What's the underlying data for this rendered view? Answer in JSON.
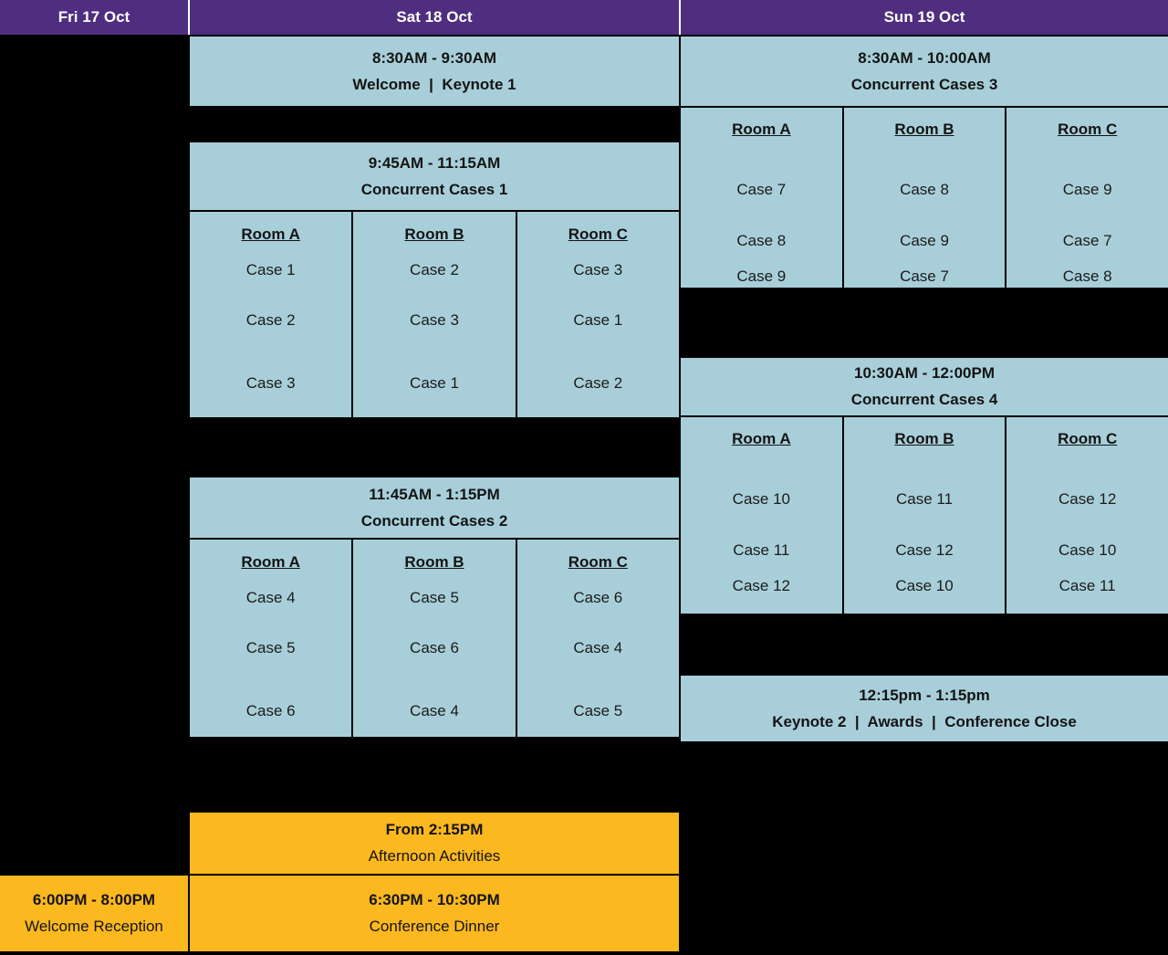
{
  "colors": {
    "purple": "#4F2D7F",
    "teal": "#A8CFD9",
    "orange": "#FBB81F",
    "background": "#000000",
    "divider": "#FFFFFF",
    "text_dark": "#141414"
  },
  "days": {
    "friday": {
      "label": "Fri 17 Oct",
      "events": {
        "reception": {
          "time": "6:00PM - 8:00PM",
          "title": "Welcome Reception"
        }
      }
    },
    "saturday": {
      "label": "Sat 18 Oct",
      "events": {
        "welcome": {
          "time": "8:30AM - 9:30AM",
          "title": "Welcome  |  Keynote 1"
        },
        "cc1": {
          "time": "9:45AM - 11:15AM",
          "title": "Concurrent Cases 1",
          "rooms": [
            {
              "name": "Room A",
              "cases": [
                "Case 1",
                "Case 2",
                "Case 3"
              ]
            },
            {
              "name": "Room B",
              "cases": [
                "Case 2",
                "Case 3",
                "Case 1"
              ]
            },
            {
              "name": "Room C",
              "cases": [
                "Case 3",
                "Case 1",
                "Case 2"
              ]
            }
          ]
        },
        "cc2": {
          "time": "11:45AM - 1:15PM",
          "title": "Concurrent Cases 2",
          "rooms": [
            {
              "name": "Room A",
              "cases": [
                "Case 4",
                "Case 5",
                "Case 6"
              ]
            },
            {
              "name": "Room B",
              "cases": [
                "Case 5",
                "Case 6",
                "Case 4"
              ]
            },
            {
              "name": "Room C",
              "cases": [
                "Case 6",
                "Case 4",
                "Case 5"
              ]
            }
          ]
        },
        "afternoon": {
          "time": "From 2:15PM",
          "title": "Afternoon Activities"
        },
        "dinner": {
          "time": "6:30PM - 10:30PM",
          "title": "Conference Dinner"
        }
      }
    },
    "sunday": {
      "label": "Sun 19 Oct",
      "events": {
        "cc3": {
          "time": "8:30AM - 10:00AM",
          "title": "Concurrent Cases 3",
          "rooms": [
            {
              "name": "Room A",
              "cases": [
                "Case 7",
                "Case 8",
                "Case 9"
              ]
            },
            {
              "name": "Room B",
              "cases": [
                "Case 8",
                "Case 9",
                "Case 7"
              ]
            },
            {
              "name": "Room C",
              "cases": [
                "Case 9",
                "Case 7",
                "Case 8"
              ]
            }
          ]
        },
        "cc4": {
          "time": "10:30AM - 12:00PM",
          "title": "Concurrent Cases 4",
          "rooms": [
            {
              "name": "Room A",
              "cases": [
                "Case 10",
                "Case 11",
                "Case 12"
              ]
            },
            {
              "name": "Room B",
              "cases": [
                "Case 11",
                "Case 12",
                "Case 10"
              ]
            },
            {
              "name": "Room C",
              "cases": [
                "Case 12",
                "Case 10",
                "Case 11"
              ]
            }
          ]
        },
        "close": {
          "time": "12:15pm - 1:15pm",
          "title": "Keynote 2  |  Awards  |  Conference Close"
        }
      }
    }
  }
}
